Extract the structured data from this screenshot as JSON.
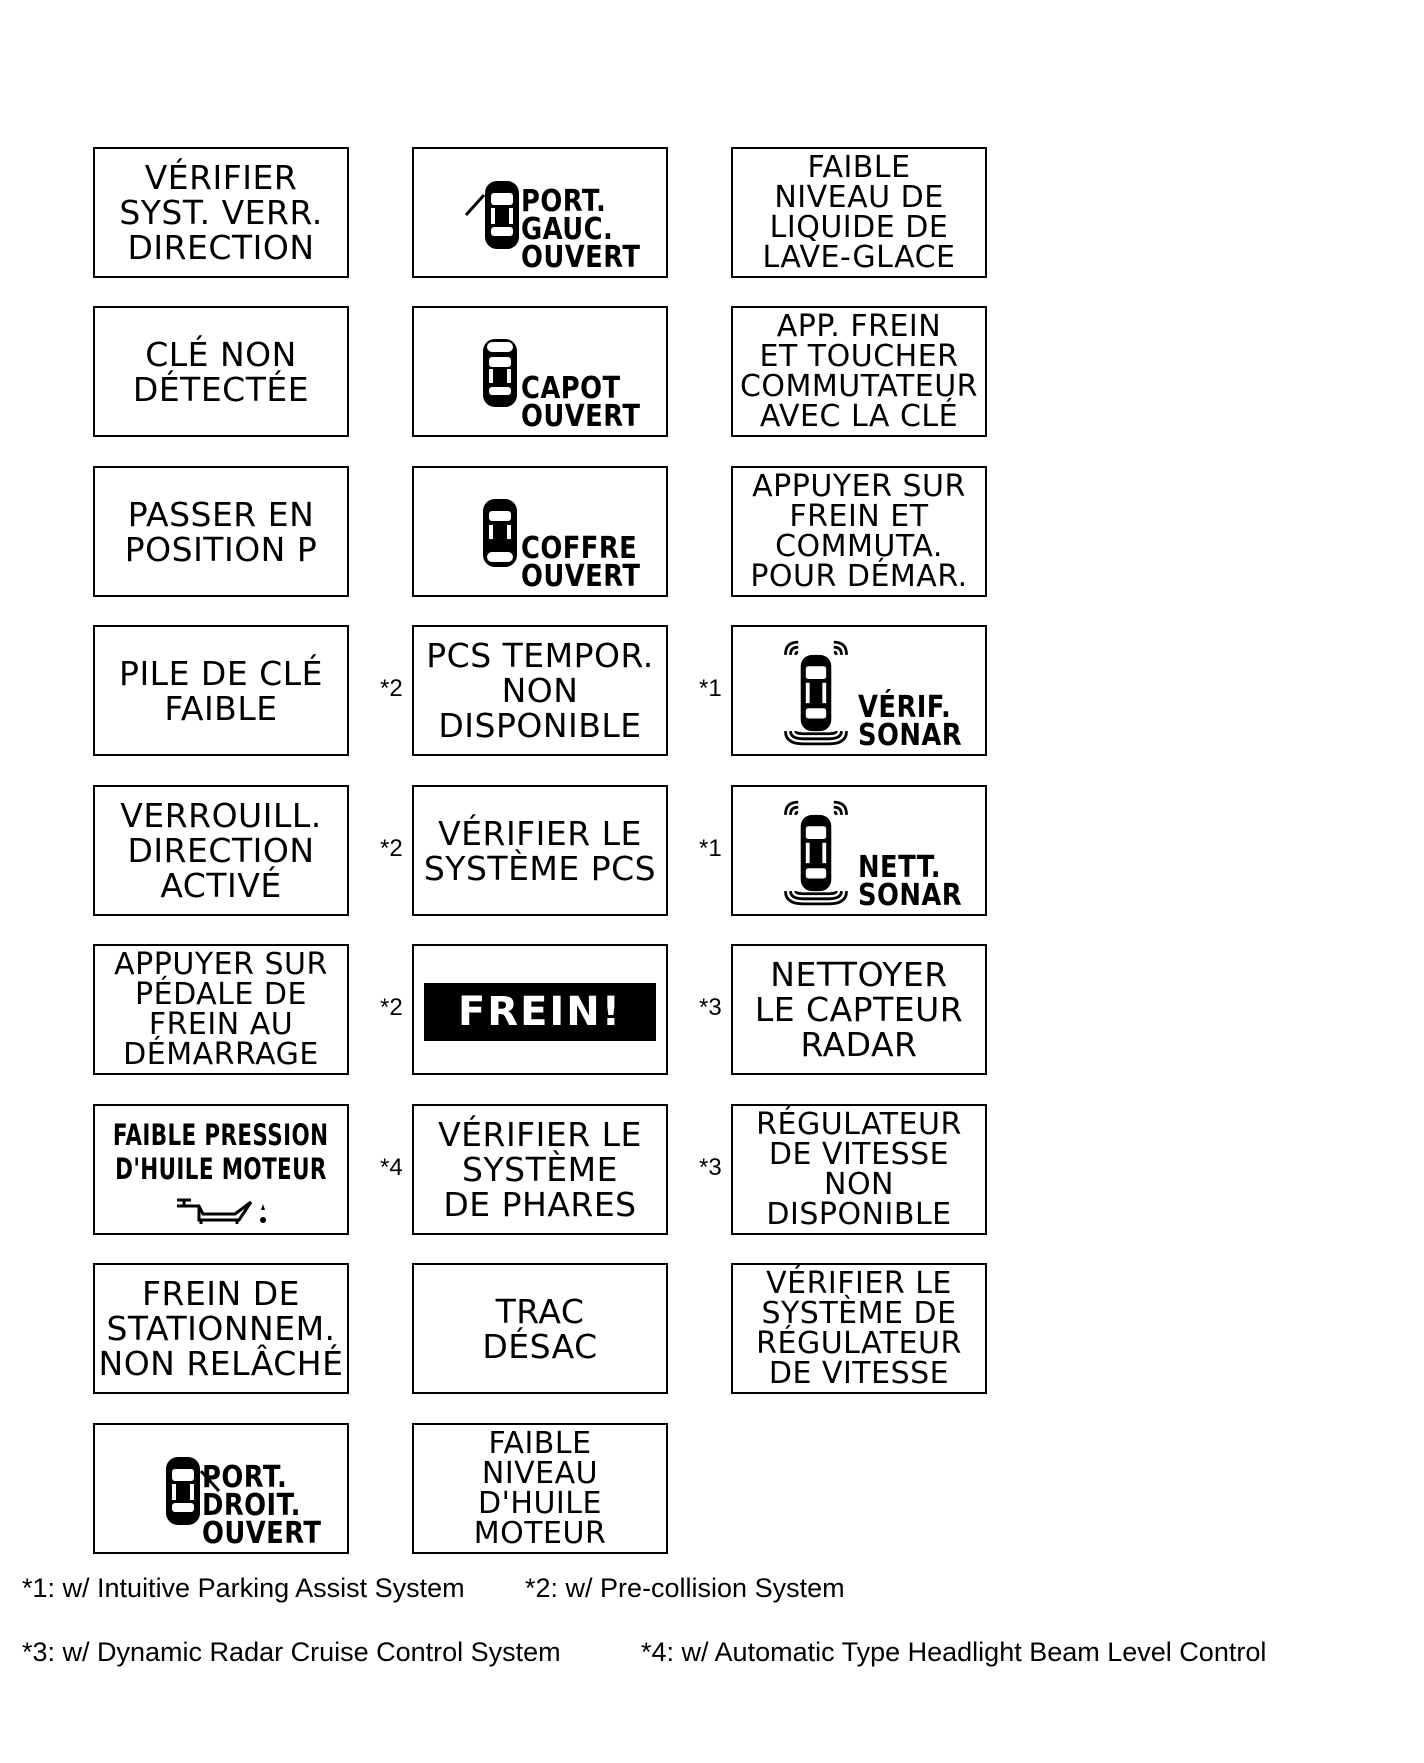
{
  "messages": {
    "c1": [
      [
        "VÉRIFIER",
        "SYST. VERR.",
        "DIRECTION"
      ],
      [
        "CLÉ NON",
        "DÉTECTÉE"
      ],
      [
        "PASSER EN",
        "POSITION P"
      ],
      [
        "PILE DE CLÉ",
        "FAIBLE"
      ],
      [
        "VERROUILL.",
        "DIRECTION",
        "ACTIVÉ"
      ],
      [
        "APPUYER SUR",
        "PÉDALE DE",
        "FREIN AU",
        "DÉMARRAGE"
      ],
      [
        "FAIBLE PRESSION",
        "D'HUILE MOTEUR"
      ],
      [
        "FREIN DE",
        "STATIONNEM.",
        "NON RELÂCHÉ"
      ],
      [
        "PORT.",
        "DROIT.",
        "OUVERT"
      ]
    ],
    "c2": [
      [
        "PORT.",
        "GAUC.",
        "OUVERT"
      ],
      [
        "CAPOT",
        "OUVERT"
      ],
      [
        "COFFRE",
        "OUVERT"
      ],
      [
        "PCS TEMPOR.",
        "NON",
        "DISPONIBLE"
      ],
      [
        "VÉRIFIER LE",
        "SYSTÈME PCS"
      ],
      [
        "FREIN!"
      ],
      [
        "VÉRIFIER LE",
        "SYSTÈME",
        "DE PHARES"
      ],
      [
        "TRAC",
        "DÉSAC"
      ],
      [
        "FAIBLE",
        "NIVEAU",
        "D'HUILE",
        "MOTEUR"
      ]
    ],
    "c3": [
      [
        "FAIBLE",
        "NIVEAU DE",
        "LIQUIDE DE",
        "LAVE-GLACE"
      ],
      [
        "APP. FREIN",
        "ET TOUCHER",
        "COMMUTATEUR",
        "AVEC LA CLÉ"
      ],
      [
        "APPUYER SUR",
        "FREIN ET",
        "COMMUTA.",
        "POUR DÉMAR."
      ],
      [
        "VÉRIF.",
        "SONAR"
      ],
      [
        "NETT.",
        "SONAR"
      ],
      [
        "NETTOYER",
        "LE CAPTEUR",
        "RADAR"
      ],
      [
        "RÉGULATEUR",
        "DE VITESSE",
        "NON",
        "DISPONIBLE"
      ],
      [
        "VÉRIFIER LE",
        "SYSTÈME DE",
        "RÉGULATEUR",
        "DE VITESSE"
      ]
    ]
  },
  "marks": {
    "c2": [
      "",
      "",
      "",
      "*2",
      "*2",
      "*2",
      "*4",
      "",
      ""
    ],
    "c3": [
      "",
      "",
      "",
      "*1",
      "*1",
      "*3",
      "*3",
      "",
      ""
    ]
  },
  "footnotes": {
    "f1": "*1: w/ Intuitive Parking Assist System",
    "f2": "*2: w/ Pre-collision System",
    "f3": "*3: w/ Dynamic Radar Cruise Control System",
    "f4": "*4: w/ Automatic Type Headlight Beam Level Control"
  }
}
